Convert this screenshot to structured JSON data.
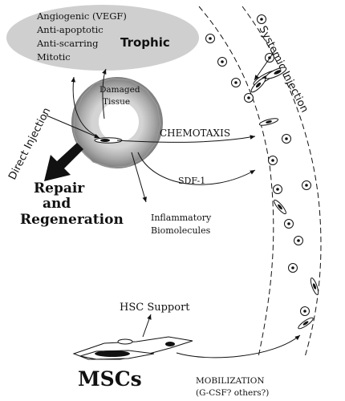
{
  "trophic_box": {
    "items": [
      "Angiogenic (VEGF)",
      "Anti-apoptotic",
      "Anti-scarring",
      "Mitotic"
    ],
    "title": "Trophic"
  },
  "damaged_tissue": {
    "line1": "Damaged",
    "line2": "Tissue"
  },
  "labels": {
    "direct_injection": "Direct Injection",
    "systemic_injection": "Systemic Injection",
    "chemotaxis": "CHEMOTAXIS",
    "sdf1": "SDF-1",
    "repair_line1": "Repair",
    "repair_line2": "and",
    "repair_line3": "Regeneration",
    "inflammatory_line1": "Inflammatory",
    "inflammatory_line2": "Biomolecules",
    "hsc_support": "HSC Support",
    "mscs": "MSCs",
    "mobilization_line1": "MOBILIZATION",
    "mobilization_line2": "(G-CSF? others?)"
  },
  "colors": {
    "trophic_fill": "#cfcfcf",
    "ring_outer": "#8a8a8a",
    "ring_mid": "#b2b2b2",
    "ring_inner": "#d6d6d6",
    "ink": "#111111"
  }
}
